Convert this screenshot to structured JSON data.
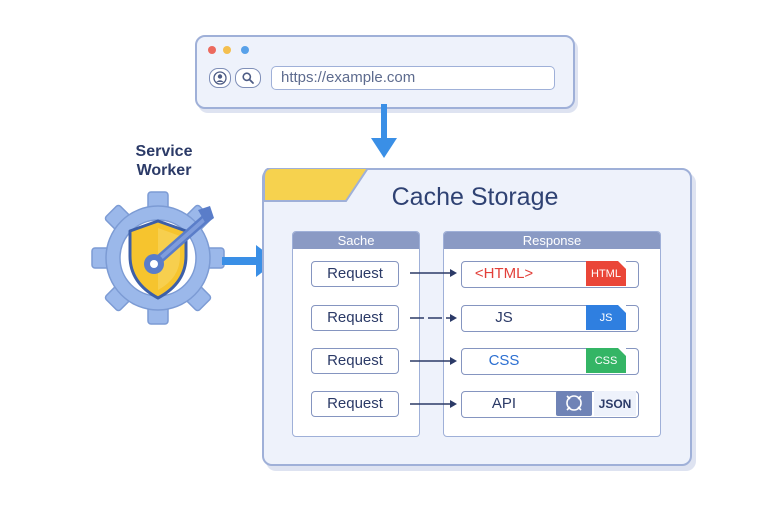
{
  "browser": {
    "url": "https://example.com",
    "icons": [
      "user-icon",
      "search-icon"
    ]
  },
  "service_worker": {
    "label_line1": "Service",
    "label_line2": "Worker",
    "icons": [
      "gear-icon",
      "shield-icon",
      "wrench-icon"
    ]
  },
  "cache": {
    "title": "Cache Storage",
    "request_header": "Sache",
    "response_header": "Response",
    "rows": [
      {
        "request": "Request",
        "response": "<HTML>",
        "response_color": "#e2403a",
        "badge": "HTML",
        "badge_color": "#ea4638"
      },
      {
        "request": "Request",
        "response": "JS",
        "response_color": "#2b3a67",
        "badge": "JS",
        "badge_color": "#2f7fe0"
      },
      {
        "request": "Request",
        "response": "CSS",
        "response_color": "#2c6fd1",
        "badge": "CSS",
        "badge_color": "#34b565"
      },
      {
        "request": "Request",
        "response": "API",
        "response_color": "#2b3a67",
        "badge": "JSON",
        "badge_color": "#2b3a67"
      }
    ]
  },
  "colors": {
    "arrow": "#3a8fe6",
    "panel_border": "#9fb0d8",
    "folder_tab": "#f6d24e",
    "gear": "#9bb8ea",
    "shield": "#f6c42e"
  }
}
